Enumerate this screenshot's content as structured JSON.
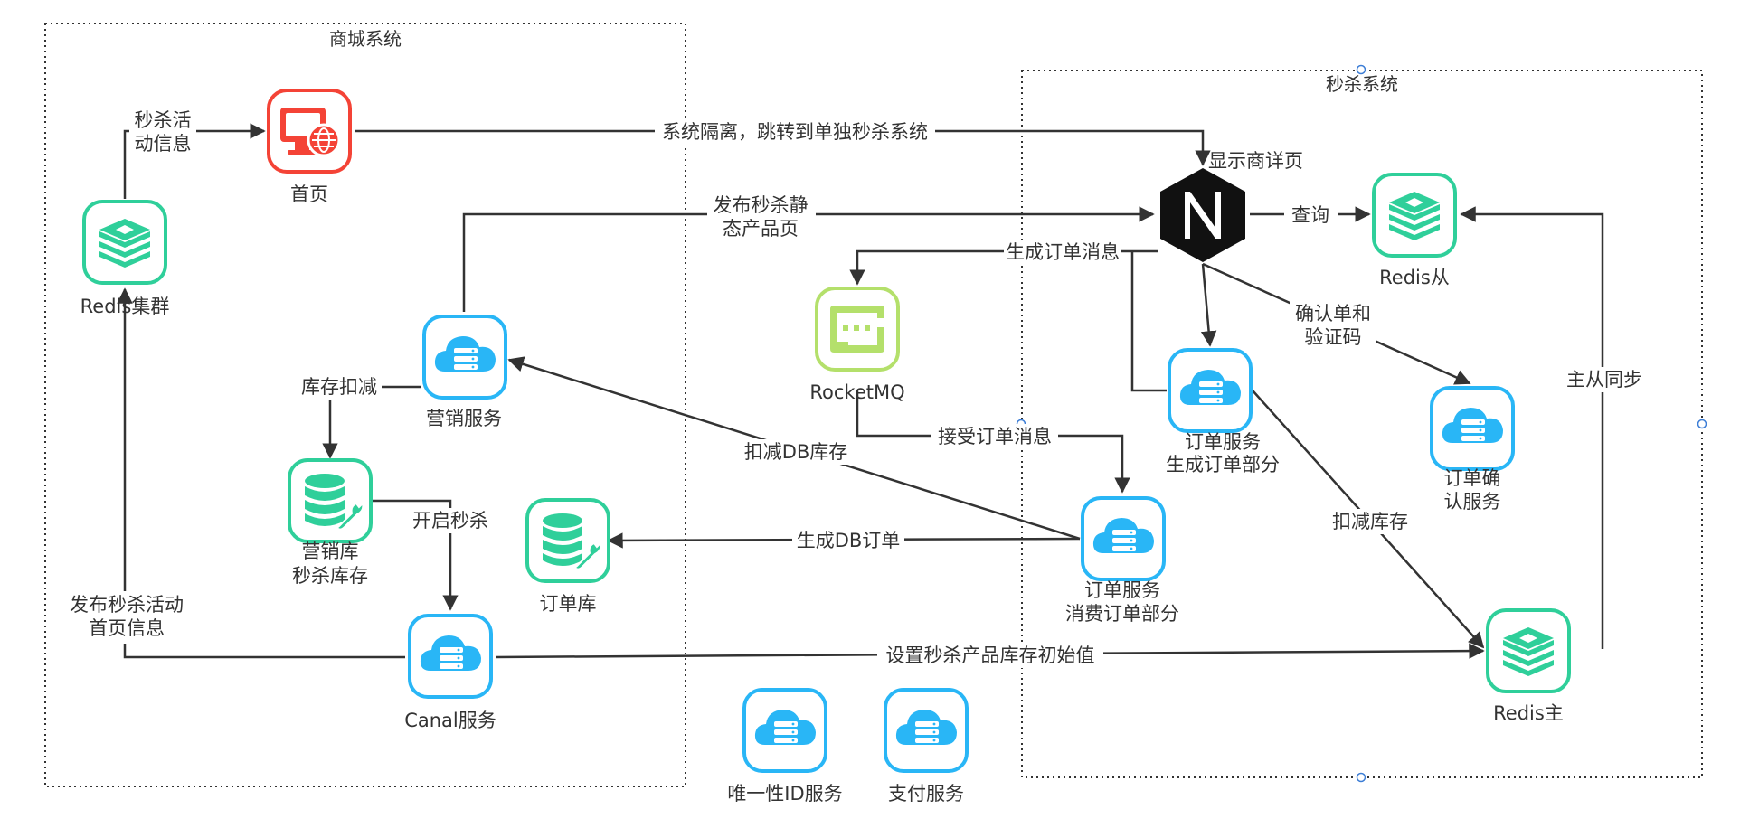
{
  "colors": {
    "cloud": "#29b6f6",
    "redis": "#2fcf9a",
    "db": "#2fcf9a",
    "home": "#f44336",
    "mq": "#b4e06b",
    "nginx": "#111111"
  },
  "groups": {
    "mall": "商城系统",
    "seckill": "秒杀系统"
  },
  "nodes": {
    "redis_cluster": {
      "label": "Redis集群",
      "icon": "redis-icon"
    },
    "home": {
      "label": "首页",
      "icon": "monitor-globe-icon"
    },
    "marketing": {
      "label": "营销服务",
      "icon": "cloud-server-icon"
    },
    "marketing_db": {
      "line1": "营销库",
      "line2": "秒杀库存",
      "icon": "database-wrench-icon"
    },
    "canal": {
      "label": "Canal服务",
      "icon": "cloud-server-icon"
    },
    "rocketmq": {
      "label": "RocketMQ",
      "icon": "message-queue-icon"
    },
    "order_db": {
      "label": "订单库",
      "icon": "database-wrench-icon"
    },
    "uid": {
      "label": "唯一性ID服务",
      "icon": "cloud-server-icon"
    },
    "pay": {
      "label": "支付服务",
      "icon": "cloud-server-icon"
    },
    "nginx": {
      "label": "显示商详页",
      "icon": "nginx-icon"
    },
    "redis_slave": {
      "label": "Redis从",
      "icon": "redis-icon"
    },
    "order_gen": {
      "line1": "订单服务",
      "line2": "生成订单部分",
      "icon": "cloud-server-icon"
    },
    "order_confirm": {
      "line1": "订单确",
      "line2": "认服务",
      "icon": "cloud-server-icon"
    },
    "order_consume": {
      "line1": "订单服务",
      "line2": "消费订单部分",
      "icon": "cloud-server-icon"
    },
    "redis_master": {
      "label": "Redis主",
      "icon": "redis-icon"
    }
  },
  "edges": {
    "redis_to_home": [
      "秒杀活",
      "动信息"
    ],
    "home_to_nginx": "系统隔离，跳转到单独秒杀系统",
    "marketing_to_nginx": [
      "发布秒杀静",
      "态产品页"
    ],
    "nginx_to_redis_slave": "查询",
    "nginx_to_mq": "生成订单消息",
    "nginx_to_confirm": [
      "确认单和",
      "验证码"
    ],
    "marketing_to_db": "库存扣减",
    "db_to_canal": "开启秒杀",
    "consume_to_marketing": "扣减DB库存",
    "consume_to_orderdb": "生成DB订单",
    "mq_to_consume": "接受订单消息",
    "gen_to_master": "扣减库存",
    "master_to_slave": "主从同步",
    "canal_to_master": "设置秒杀产品库存初始值",
    "canal_to_redis": [
      "发布秒杀活动",
      "首页信息"
    ]
  }
}
